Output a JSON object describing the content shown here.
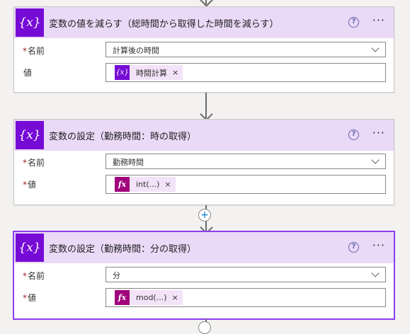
{
  "colors": {
    "accent": "#770bd6",
    "function_token": "#a1007b",
    "header_bg": "#ead9f7",
    "selected_border": "#8a3ff0"
  },
  "cards": [
    {
      "title": "変数の値を減らす（総時間から取得した時間を減らす）",
      "name_label": "名前",
      "name_required": "*",
      "name_value": "計算後の時間",
      "value_label": "値",
      "value_required": "",
      "token_icon": "{x}",
      "token_text": "時間計算",
      "token_close": "×"
    },
    {
      "title": "変数の設定（勤務時間：時の取得）",
      "name_label": "名前",
      "name_required": "*",
      "name_value": "勤務時間",
      "value_label": "値",
      "value_required": "*",
      "token_icon": "fx",
      "token_text": "int(...)",
      "token_close": "×"
    },
    {
      "title": "変数の設定（勤務時間：分の取得）",
      "name_label": "名前",
      "name_required": "*",
      "name_value": "分",
      "value_label": "値",
      "value_required": "*",
      "token_icon": "fx",
      "token_text": "mod(...)",
      "token_close": "×"
    }
  ],
  "header_icon": "{x}",
  "help_glyph": "?",
  "more_glyph": "···",
  "plus_glyph": "+"
}
